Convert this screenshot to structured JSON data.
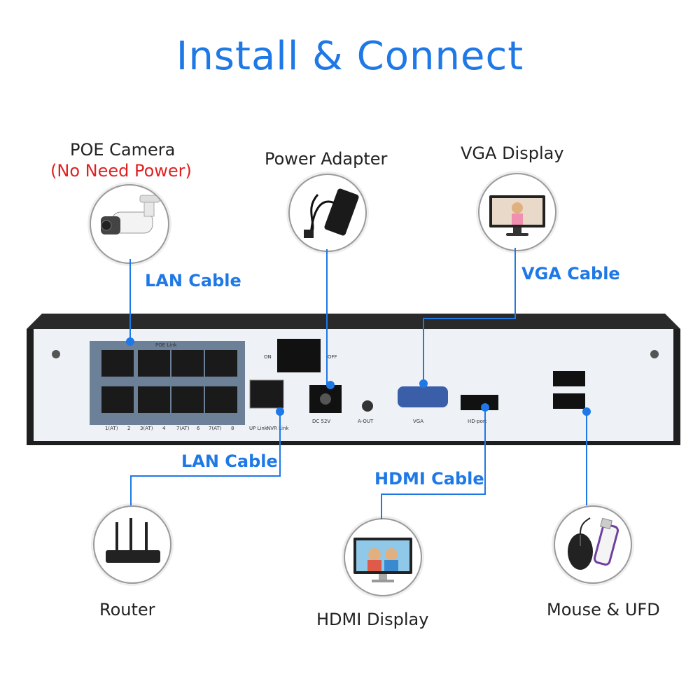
{
  "title": "Install & Connect",
  "devices": {
    "camera": {
      "label": "POE Camera",
      "note": "(No Need Power)"
    },
    "power": {
      "label": "Power Adapter"
    },
    "vga_display": {
      "label": "VGA Display"
    },
    "router": {
      "label": "Router"
    },
    "hdmi_display": {
      "label": "HDMI Display"
    },
    "mouse_ufd": {
      "label": "Mouse & UFD"
    }
  },
  "cables": {
    "lan_top": "LAN Cable",
    "vga": "VGA Cable",
    "lan_bottom": "LAN Cable",
    "hdmi": "HDMI Cable"
  },
  "nvr": {
    "poe_link": "POE Link",
    "switch_on": "ON",
    "switch_off": "OFF",
    "dc": "DC 52V",
    "aout": "A-OUT",
    "vga": "VGA",
    "hdport": "HD-port",
    "port_numbers": [
      "1(AT)",
      "2",
      "3(AT)",
      "4",
      "7(AT)",
      "6",
      "7(AT)",
      "8"
    ],
    "up_link": "UP Link",
    "nvr_link": "NVR Link"
  },
  "colors": {
    "accent": "#1e78e6",
    "warning": "#e02020"
  }
}
